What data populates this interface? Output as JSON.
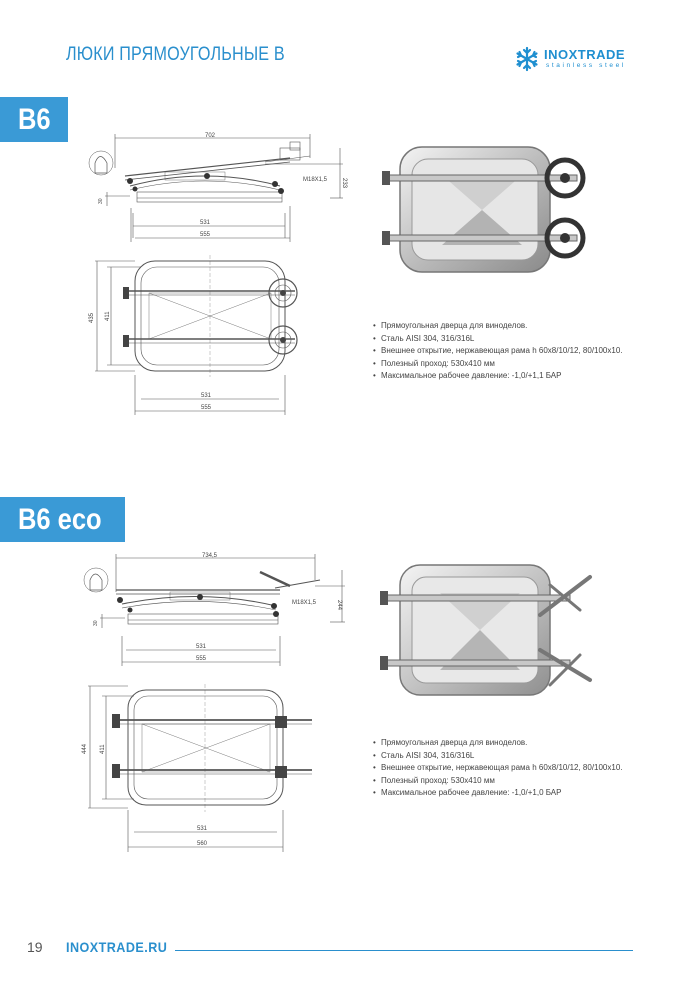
{
  "header": {
    "title": "ЛЮКИ ПРЯМОУГОЛЬНЫЕ В",
    "logo_text": "INOXTRADE",
    "logo_sub": "stainless steel"
  },
  "sections": [
    {
      "tab": "B6",
      "top_drawing": {
        "width": "702",
        "height": "233",
        "thread": "M18X1,5",
        "inner": "531",
        "outer": "555",
        "left_dim": "30"
      },
      "plan_drawing": {
        "height_outer": "435",
        "height_inner": "411",
        "inner": "531",
        "outer": "555"
      },
      "specs": [
        "Прямоугольная дверца для виноделов.",
        "Сталь AISI 304, 316/316L",
        "Внешнее открытие, нержавеющая рама h 60x8/10/12, 80/100x10.",
        "Полезный проход: 530x410 мм",
        "Максимальное рабочее давление: -1,0/+1,1 БАР"
      ]
    },
    {
      "tab": "B6 eco",
      "top_drawing": {
        "width": "734,5",
        "height": "244",
        "thread": "M18X1,5",
        "inner": "531",
        "outer": "555",
        "left_dim": "30"
      },
      "plan_drawing": {
        "height_outer": "444",
        "height_inner": "411",
        "inner": "531",
        "outer": "560"
      },
      "specs": [
        "Прямоугольная дверца для виноделов.",
        "Сталь AISI 304, 316/316L",
        "Внешнее открытие, нержавеющая рама h 60x8/10/12, 80/100x10.",
        "Полезный проход: 530x410 мм",
        "Максимальное рабочее давление: -1,0/+1,0 БАР"
      ]
    }
  ],
  "footer": {
    "page_number": "19",
    "url": "INOXTRADE.RU"
  },
  "colors": {
    "accent": "#3a9ad6",
    "title": "#2a8fcd",
    "line": "#555555"
  }
}
